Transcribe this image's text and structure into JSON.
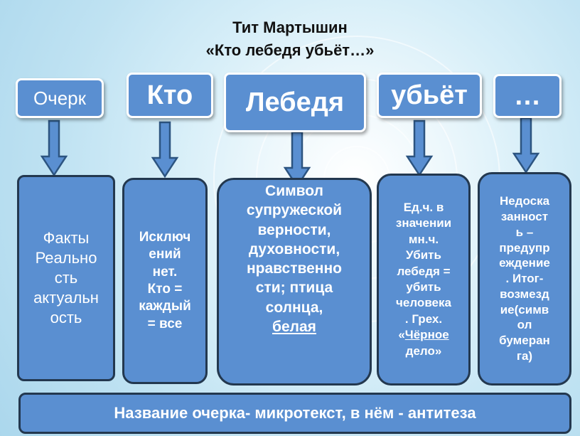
{
  "title_line1": "Тит Мартышин",
  "title_line2": "«Кто лебедя убьёт…»",
  "top_boxes": {
    "ocherk": "Очерк",
    "kto": "Кто",
    "lebedya": "Лебедя",
    "ubyot": "убьёт",
    "ellipsis": "…"
  },
  "lower_boxes": {
    "facts_lines": [
      "Факты",
      "Реально",
      "сть",
      "актуальн",
      "ость"
    ],
    "kto_lines": [
      "Исключ",
      "ений",
      "нет.",
      "Кто =",
      "каждый",
      "= все"
    ],
    "lebed_lines": [
      "Символ",
      "супружеской",
      "верности,",
      "духовности,",
      "нравственно",
      "сти; птица",
      "солнца,"
    ],
    "lebed_underlined": "белая",
    "ubit_lines": [
      "Ед.ч. в",
      "значении",
      "мн.ч.",
      "Убить",
      "лебедя =",
      "убить",
      "человека",
      ". Грех."
    ],
    "ubit_last_prefix": "«",
    "ubit_last_underlined": "Чёрное",
    "ubit_last_line": "дело»",
    "nedo_lines": [
      "Недоска",
      "занност",
      "ь –",
      "предупр",
      "еждение",
      ". Итог-",
      "возмезд",
      "ие(симв",
      "ол",
      "бумеран",
      "га)"
    ]
  },
  "bottom_bar": "Название очерка- микротекст, в нём - антитеза",
  "colors": {
    "box_fill": "#5a8fd1",
    "box_border": "#23384f",
    "text": "#ffffff"
  }
}
